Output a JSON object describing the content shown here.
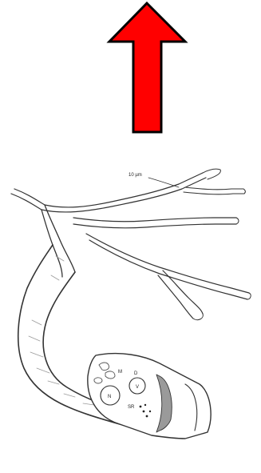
{
  "arrow": {
    "icon": "arrow-up-icon",
    "fill_color": "#ff0000",
    "stroke_color": "#000000"
  },
  "illustration": {
    "scale_label": "10 µm",
    "labels": {
      "mitochondrion": "M",
      "nucleus": "N",
      "vesicle": "V",
      "d_label": "D",
      "sr": "SR"
    },
    "line_color": "#333333",
    "shade_color": "#9a9a9a"
  }
}
